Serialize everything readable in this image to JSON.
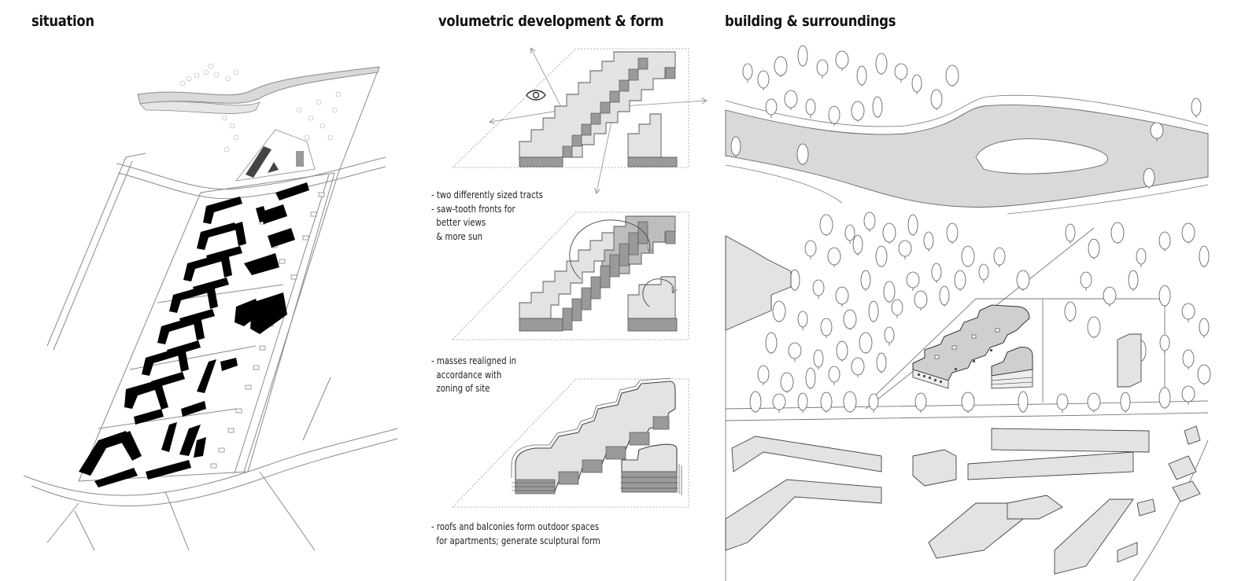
{
  "headings": {
    "situation": "situation",
    "volumetric": "volumetric development & form",
    "surroundings": "building & surroundings"
  },
  "notes": {
    "step1": [
      "- two differently sized tracts",
      "- saw-tooth fronts for",
      "  better views",
      "  & more sun"
    ],
    "step2": [
      "- masses realigned in",
      "  accordance with",
      "  zoning of site"
    ],
    "step3": [
      "- roofs and balconies form outdoor spaces",
      "  for apartments; generate sculptural form"
    ]
  },
  "icons": {
    "view": "eye-icon",
    "rotate": "rotate-arrow-icon"
  },
  "colors": {
    "building_fill": "#000000",
    "river_fill": "#d9d9d9",
    "mass_light": "#e3e3e3",
    "mass_dark": "#9a9a9a",
    "line": "#6b6b6b"
  }
}
